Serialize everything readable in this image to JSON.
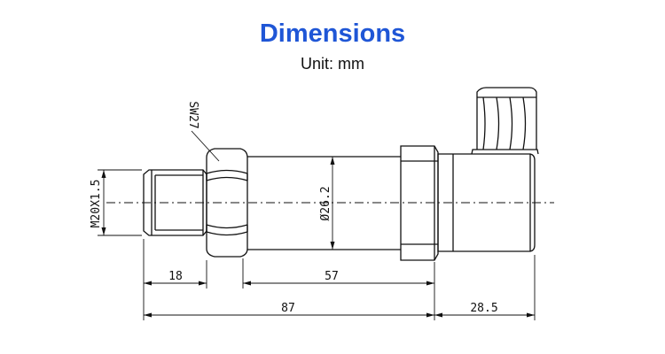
{
  "header": {
    "title": "Dimensions",
    "subtitle": "Unit: mm"
  },
  "drawing": {
    "labels": {
      "thread": "M20X1.5",
      "wrench": "SW27",
      "diameter": "Ø26.2"
    },
    "dimensions": {
      "thread_length": "18",
      "body_length": "57",
      "overall_length": "87",
      "connector_length": "28.5"
    }
  }
}
